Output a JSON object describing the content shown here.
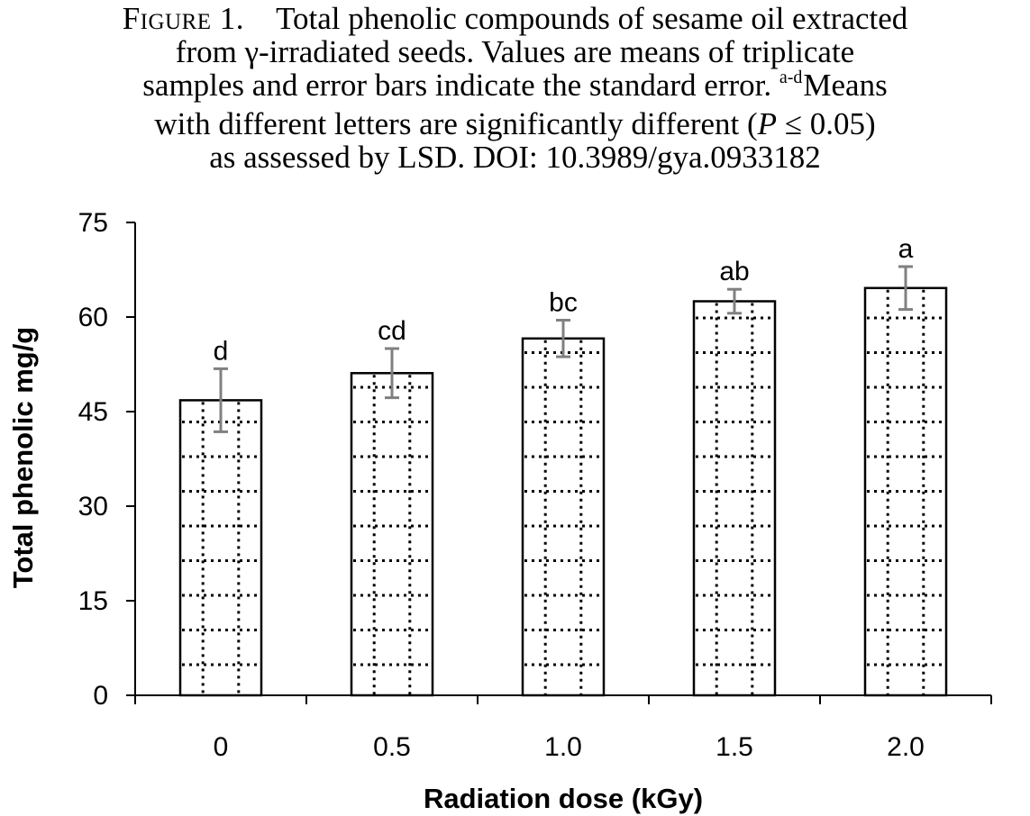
{
  "caption": {
    "figure_label": "Figure 1.",
    "line1": "Total phenolic compounds of sesame oil extracted",
    "line2": "from γ-irradiated seeds. Values are means of triplicate",
    "line3_pre": "samples and error bars indicate the standard error.",
    "line3_sup": "a-d",
    "line3_post": "Means",
    "line4_pre": "with different letters are significantly different (",
    "line4_italic": "P",
    "line4_post": " ≤ 0.05)",
    "line5": "as assessed by LSD.  DOI: 10.3989/gya.0933182"
  },
  "chart_data": {
    "type": "bar",
    "categories": [
      "0",
      "0.5",
      "1.0",
      "1.5",
      "2.0"
    ],
    "values": [
      46.8,
      51.1,
      56.6,
      62.5,
      64.6
    ],
    "error": [
      5.0,
      3.9,
      2.9,
      1.9,
      3.4
    ],
    "significance_letters": [
      "d",
      "cd",
      "bc",
      "ab",
      "a"
    ],
    "xlabel": "Radiation dose (kGy)",
    "ylabel": "Total phenolic mg/g",
    "ylim": [
      0,
      75
    ],
    "yticks": [
      0,
      15,
      30,
      45,
      60,
      75
    ],
    "grid": false,
    "bar_fill": "dotted-grid pattern",
    "colors": {
      "bar_edge": "#000000",
      "bar_fill": "#ffffff",
      "pattern": "#000000",
      "error_bar": "#808080",
      "axis": "#000000"
    }
  }
}
